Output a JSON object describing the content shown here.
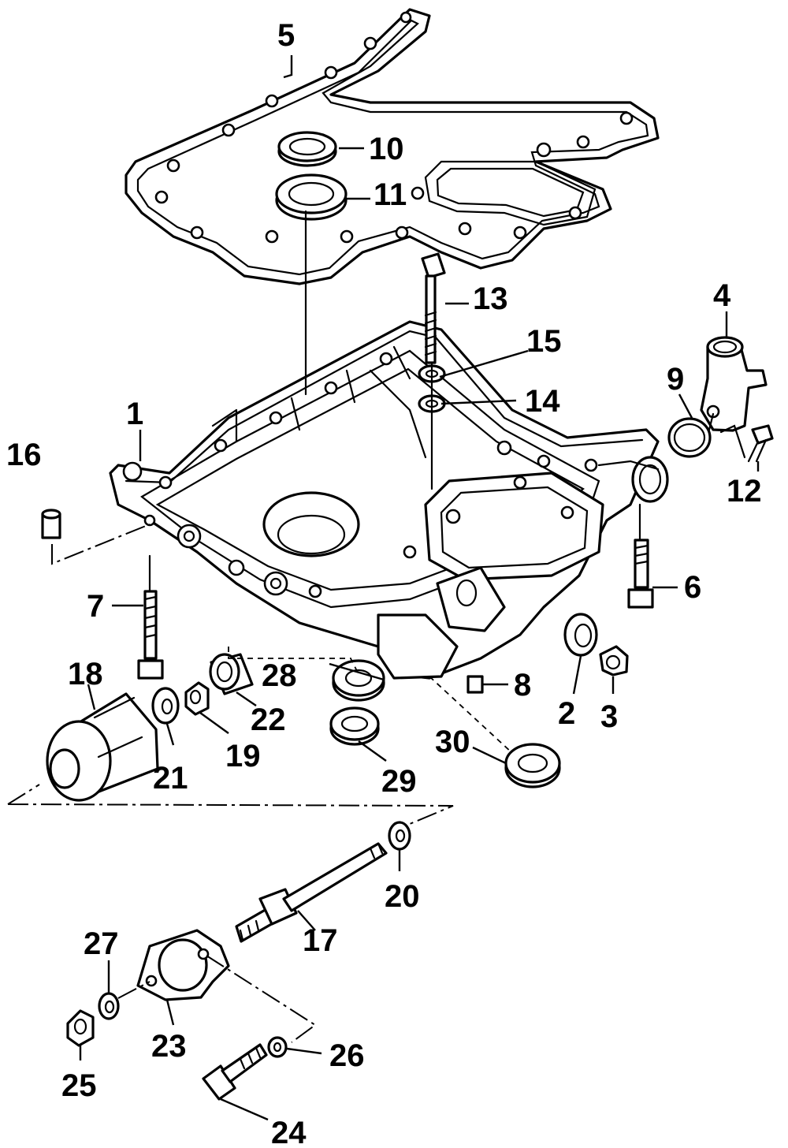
{
  "callouts": {
    "c1": "1",
    "c2": "2",
    "c3": "3",
    "c4": "4",
    "c5": "5",
    "c6": "6",
    "c7": "7",
    "c8": "8",
    "c9": "9",
    "c10": "10",
    "c11": "11",
    "c12": "12",
    "c13": "13",
    "c14": "14",
    "c15": "15",
    "c16": "16",
    "c17": "17",
    "c18": "18",
    "c19": "19",
    "c20": "20",
    "c21": "21",
    "c22": "22",
    "c23": "23",
    "c24": "24",
    "c25": "25",
    "c26": "26",
    "c27": "27",
    "c28": "28",
    "c29": "29",
    "c30": "30"
  },
  "colors": {
    "ink": "#000000",
    "paper": "#ffffff"
  }
}
